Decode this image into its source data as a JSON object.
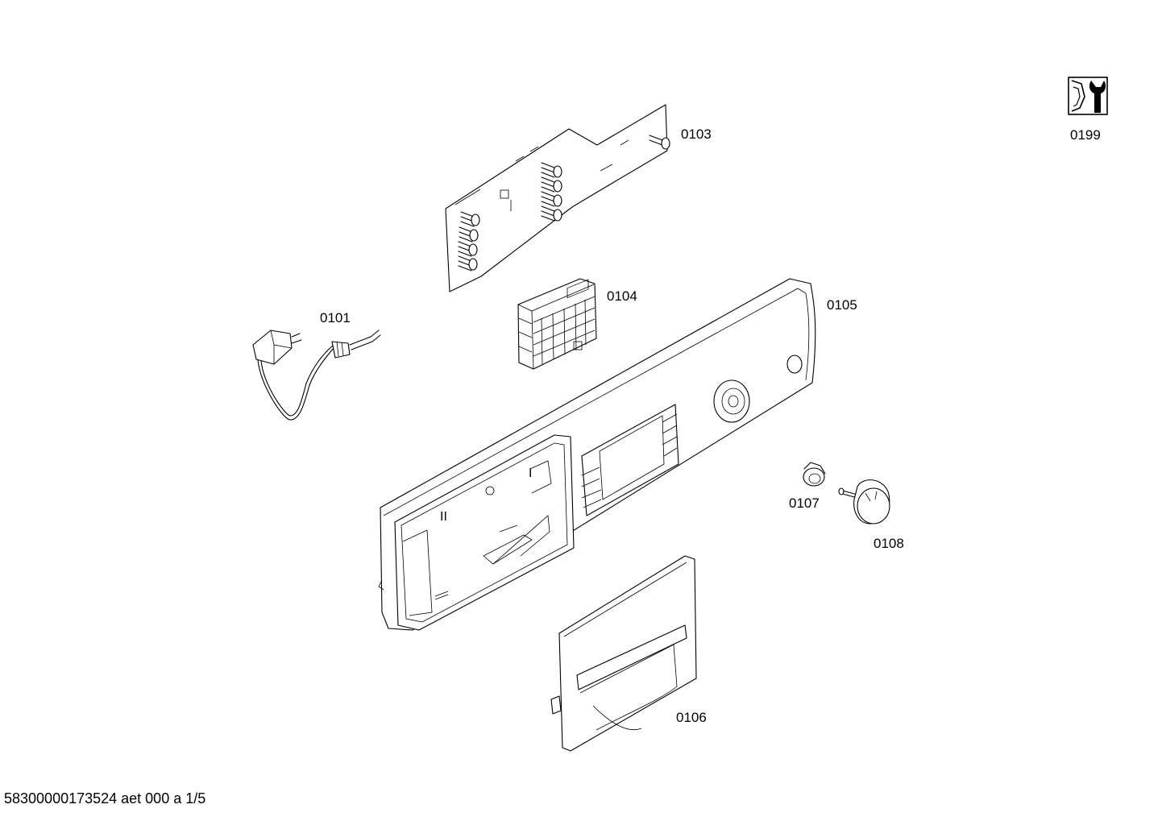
{
  "parts": [
    {
      "id": "0101",
      "label": "0101"
    },
    {
      "id": "0103",
      "label": "0103"
    },
    {
      "id": "0104",
      "label": "0104"
    },
    {
      "id": "0105",
      "label": "0105"
    },
    {
      "id": "0106",
      "label": "0106"
    },
    {
      "id": "0107",
      "label": "0107"
    },
    {
      "id": "0108",
      "label": "0108"
    },
    {
      "id": "0199",
      "label": "0199"
    }
  ],
  "panel_markings": {
    "compartment_1": "I",
    "compartment_2": "II"
  },
  "footer": {
    "text": "58300000173524 aet 000 a 1/5"
  },
  "icons": {
    "service_kit": "service-tool-icon"
  }
}
